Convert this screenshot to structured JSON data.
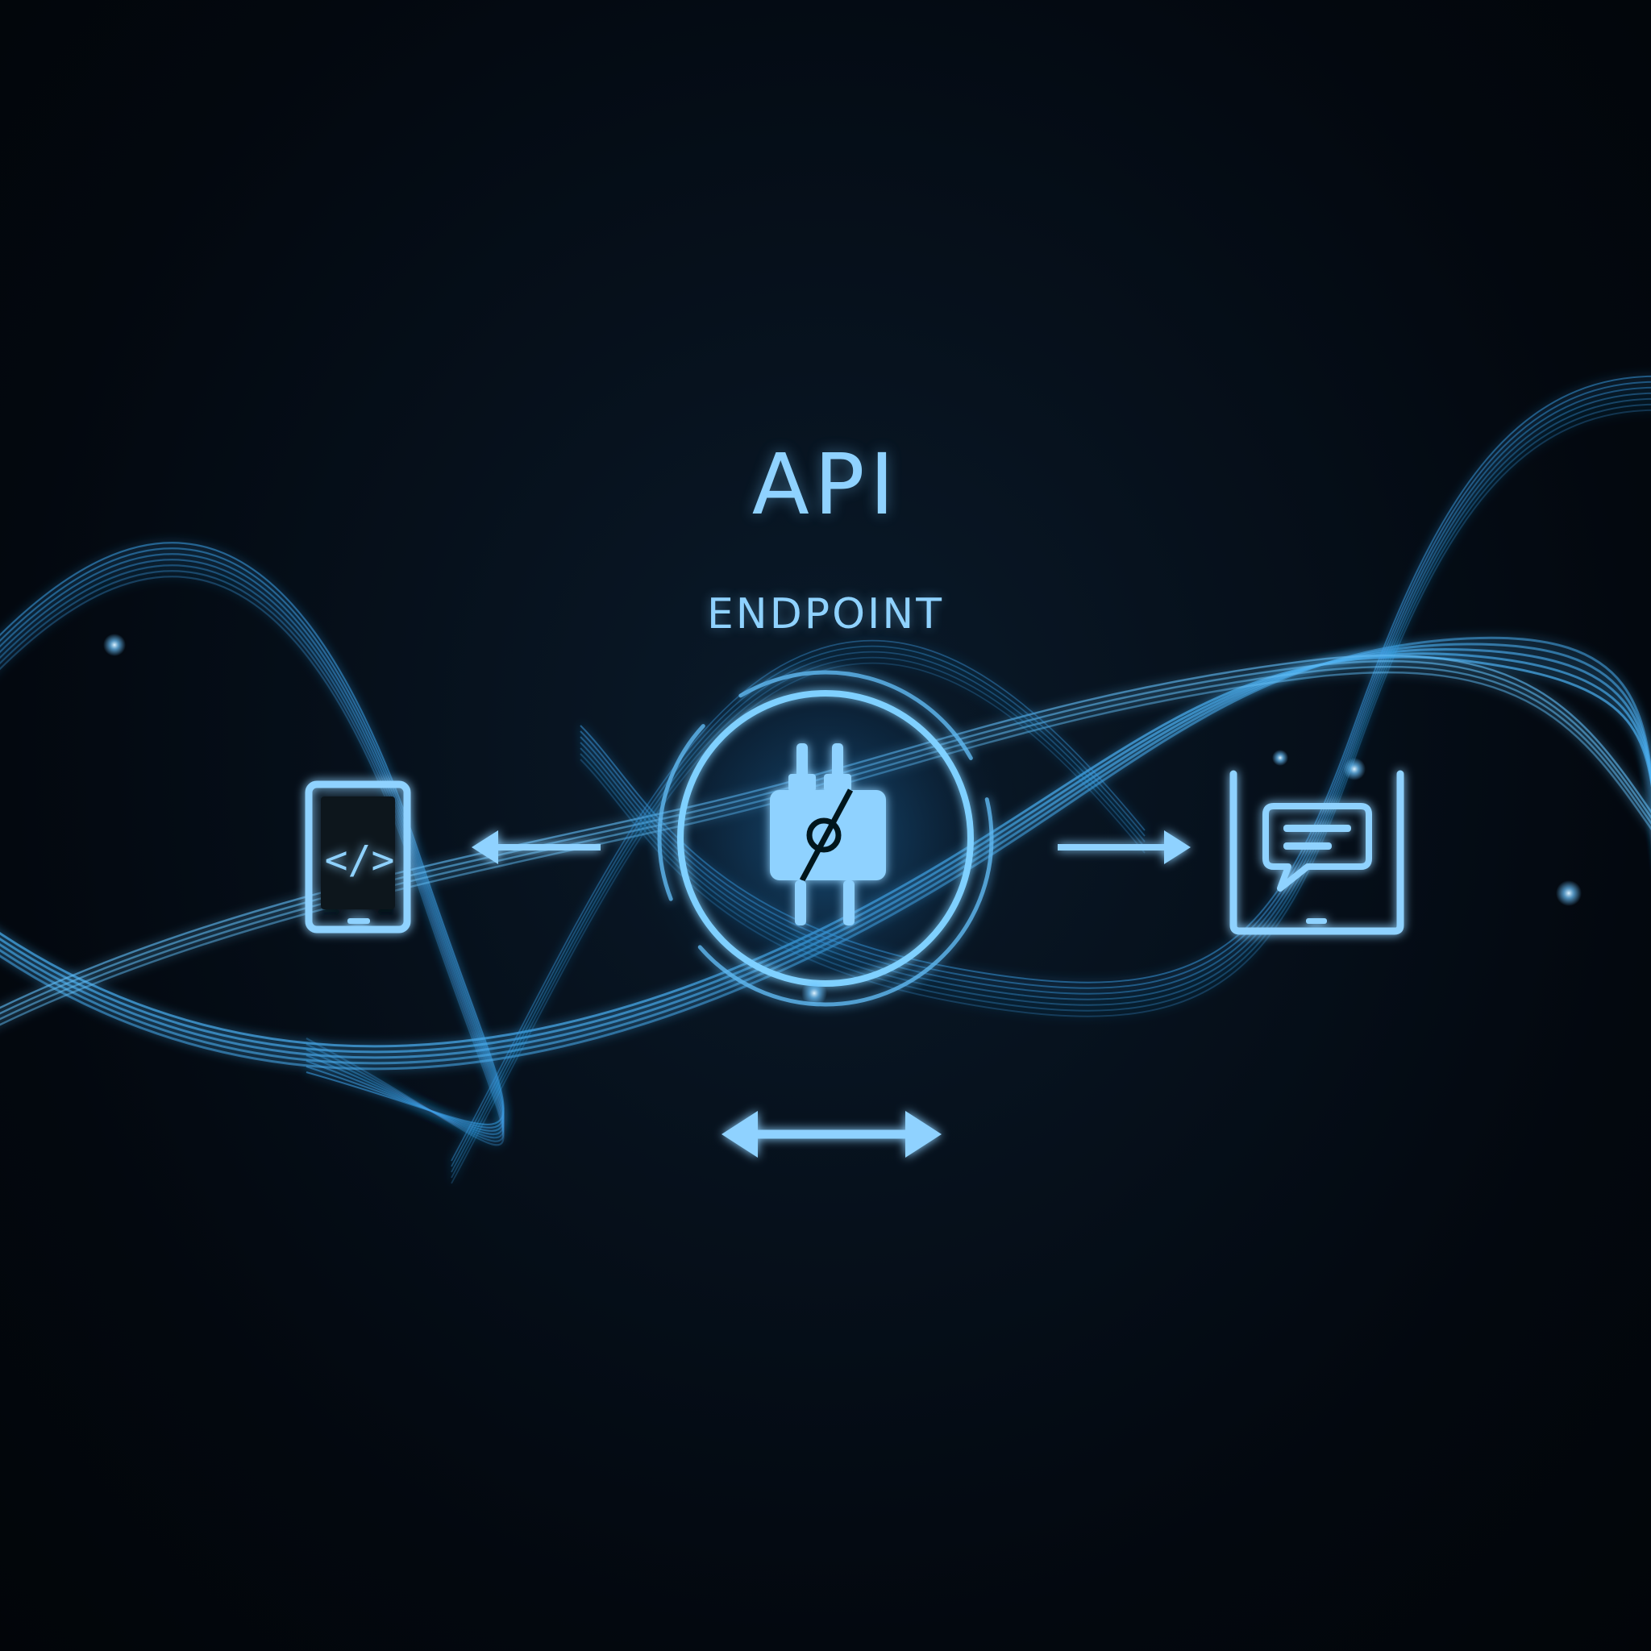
{
  "diagram": {
    "title": "API",
    "subtitle": "ENDPOINT",
    "colors": {
      "accent": "#8fd2ff",
      "wave": "#3c9ee6",
      "wave_bright": "#62bdf5",
      "glow": "#2a8fd9",
      "background": "#03080f"
    },
    "nodes": [
      {
        "id": "left-device",
        "icon": "tablet-code-icon",
        "glyph": "</>"
      },
      {
        "id": "center-hub",
        "icon": "plug-connector-icon"
      },
      {
        "id": "right-device",
        "icon": "tablet-chat-icon"
      }
    ],
    "arrows": [
      {
        "id": "to-left",
        "direction": "left"
      },
      {
        "id": "to-right",
        "direction": "right"
      },
      {
        "id": "bidirectional",
        "direction": "both"
      }
    ]
  }
}
